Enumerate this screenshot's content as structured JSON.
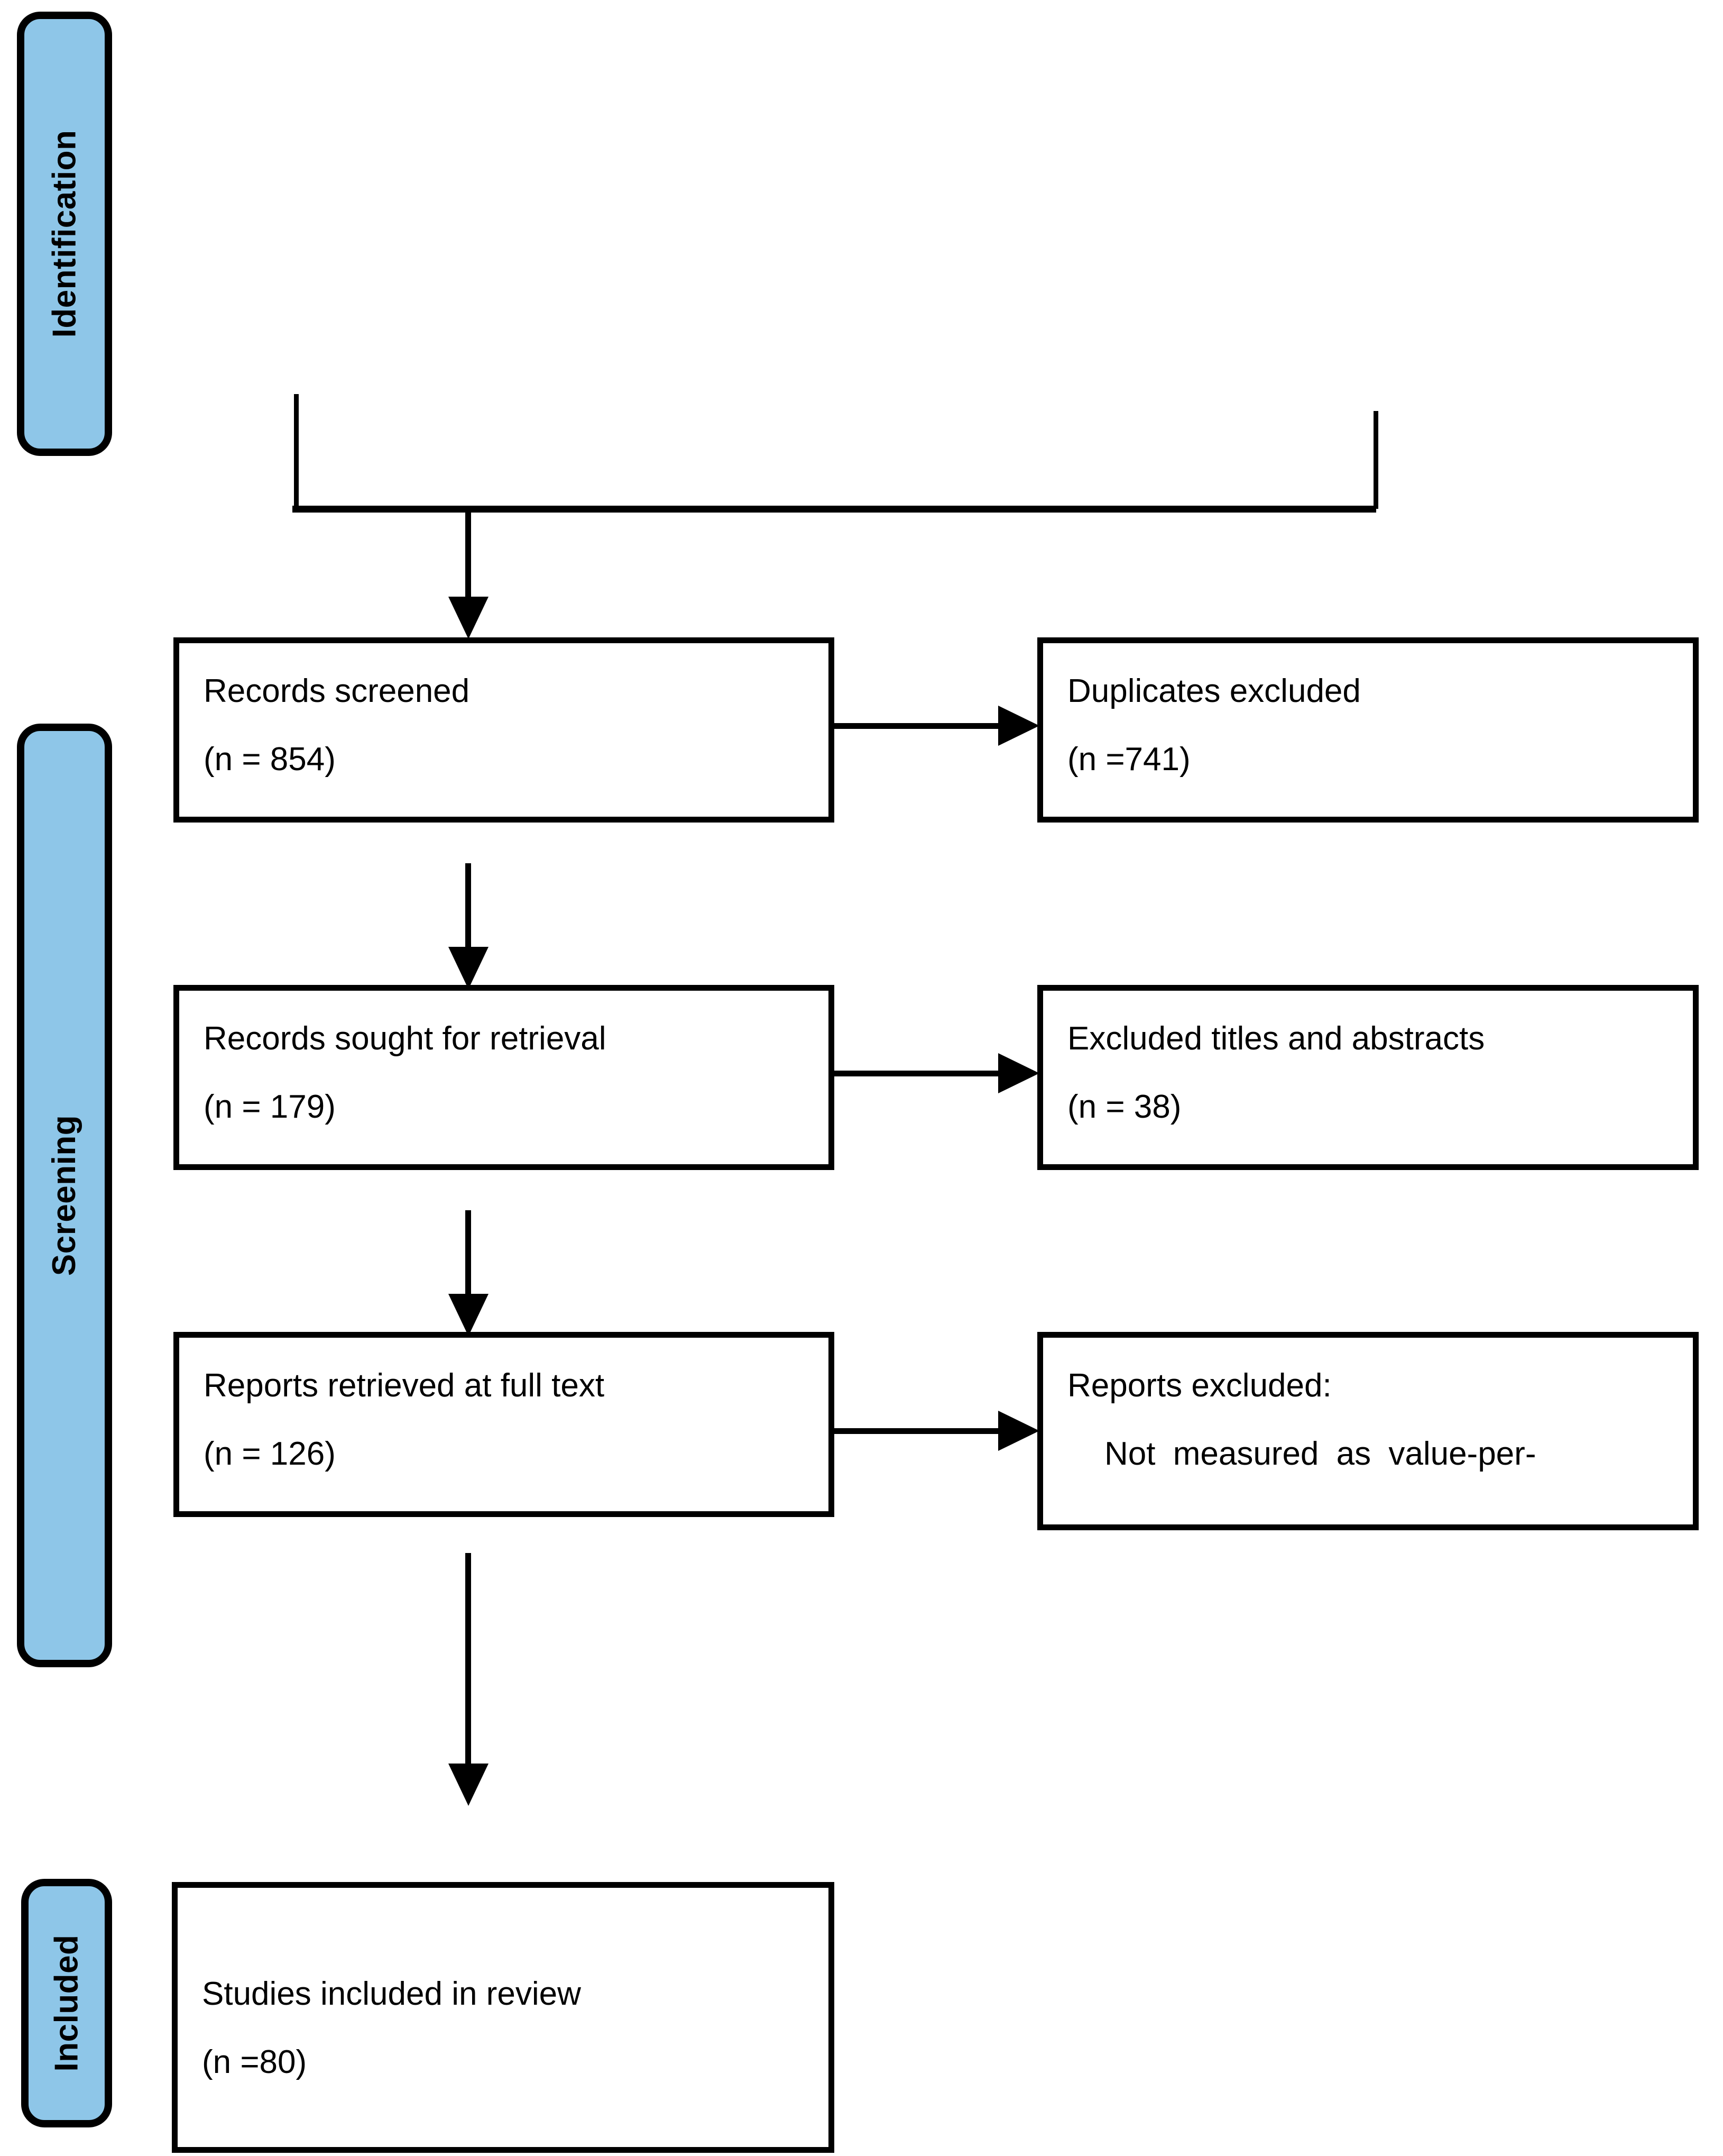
{
  "diagram": {
    "type": "prisma-flow-diagram",
    "accent_color": "#8ec6e8",
    "line_color": "#000000",
    "background": "#ffffff"
  },
  "stages": [
    {
      "id": "identification",
      "label": "Identification"
    },
    {
      "id": "screening",
      "label": "Screening"
    },
    {
      "id": "included",
      "label": "Included"
    }
  ],
  "boxes": {
    "records_screened": {
      "title": "Records screened",
      "count": "(n = 854)"
    },
    "duplicates_excluded": {
      "title": "Duplicates excluded",
      "count": "(n =741)"
    },
    "records_sought": {
      "title": "Records sought for retrieval",
      "count": "(n = 179)"
    },
    "excluded_titles": {
      "title": "Excluded titles and abstracts",
      "count": "(n = 38)"
    },
    "reports_retrieved": {
      "title": "Reports retrieved at full text",
      "count": "(n = 126)"
    },
    "reports_excluded": {
      "title": "Reports excluded:",
      "reason": "Not  measured  as  value-per-"
    },
    "studies_included": {
      "title": "Studies included in review",
      "count": "(n =80)"
    }
  },
  "connectors": [
    {
      "id": "identification-bracket-to-screened",
      "kind": "bracket-down-arrow"
    },
    {
      "id": "screened-to-duplicates",
      "kind": "arrow-right"
    },
    {
      "id": "screened-to-sought",
      "kind": "arrow-down"
    },
    {
      "id": "sought-to-excluded-titles",
      "kind": "arrow-right"
    },
    {
      "id": "sought-to-retrieved",
      "kind": "arrow-down"
    },
    {
      "id": "retrieved-to-reports-excluded",
      "kind": "arrow-right"
    },
    {
      "id": "retrieved-to-included",
      "kind": "arrow-down"
    }
  ]
}
